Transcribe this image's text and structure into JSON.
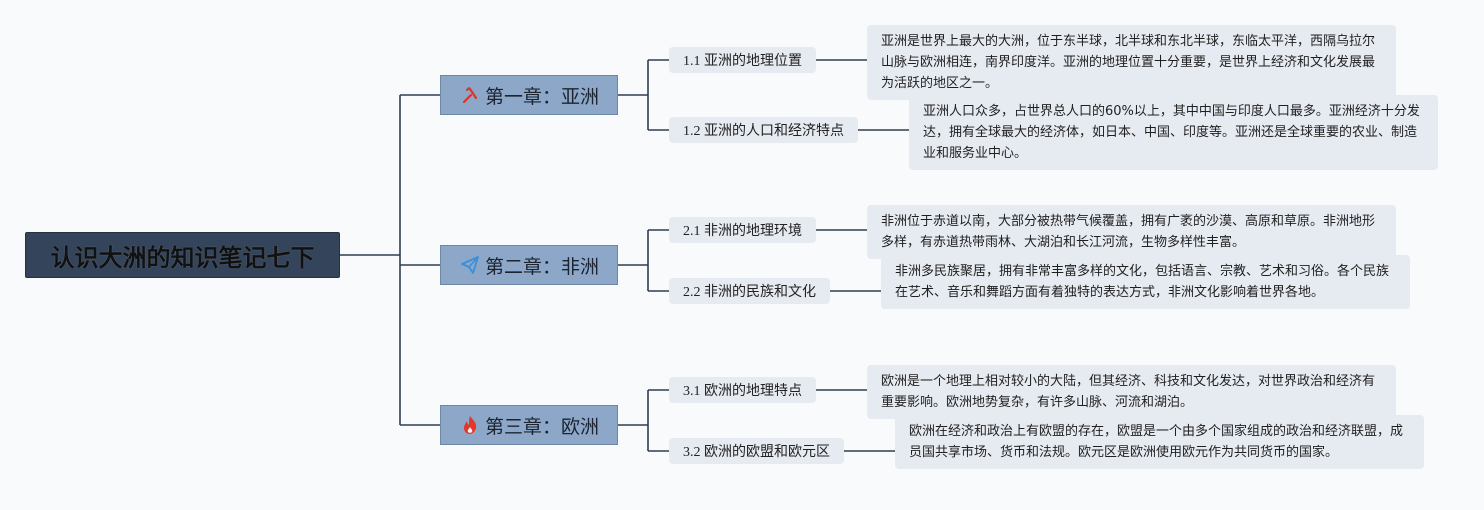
{
  "root": {
    "title": "认识大洲的知识笔记七下"
  },
  "chapters": [
    {
      "title": "第一章：亚洲",
      "icon": "tools-icon",
      "topics": [
        {
          "label": "1.1 亚洲的地理位置",
          "note": "亚洲是世界上最大的大洲，位于东半球，北半球和东北半球，东临太平洋，西隔乌拉尔山脉与欧洲相连，南界印度洋。亚洲的地理位置十分重要，是世界上经济和文化发展最为活跃的地区之一。"
        },
        {
          "label": "1.2 亚洲的人口和经济特点",
          "note": "亚洲人口众多，占世界总人口的60%以上，其中中国与印度人口最多。亚洲经济十分发达，拥有全球最大的经济体，如日本、中国、印度等。亚洲还是全球重要的农业、制造业和服务业中心。"
        }
      ]
    },
    {
      "title": "第二章：非洲",
      "icon": "paper-plane-icon",
      "topics": [
        {
          "label": "2.1 非洲的地理环境",
          "note": "非洲位于赤道以南，大部分被热带气候覆盖，拥有广袤的沙漠、高原和草原。非洲地形多样，有赤道热带雨林、大湖泊和长江河流，生物多样性丰富。"
        },
        {
          "label": "2.2 非洲的民族和文化",
          "note": "非洲多民族聚居，拥有非常丰富多样的文化，包括语言、宗教、艺术和习俗。各个民族在艺术、音乐和舞蹈方面有着独特的表达方式，非洲文化影响着世界各地。"
        }
      ]
    },
    {
      "title": "第三章：欧洲",
      "icon": "fire-icon",
      "topics": [
        {
          "label": "3.1 欧洲的地理特点",
          "note": "欧洲是一个地理上相对较小的大陆，但其经济、科技和文化发达，对世界政治和经济有重要影响。欧洲地势复杂，有许多山脉、河流和湖泊。"
        },
        {
          "label": "3.2 欧洲的欧盟和欧元区",
          "note": "欧洲在经济和政治上有欧盟的存在，欧盟是一个由多个国家组成的政治和经济联盟，成员国共享市场、货币和法规。欧元区是欧洲使用欧元作为共同货币的国家。"
        }
      ]
    }
  ],
  "colors": {
    "connector": "#2f3d52",
    "root_fill": "#34445a",
    "chapter_fill": "#8da7c9",
    "node_fill": "#e6eaf1",
    "icon_red": "#d9342b",
    "icon_blue": "#3a8fd9"
  }
}
